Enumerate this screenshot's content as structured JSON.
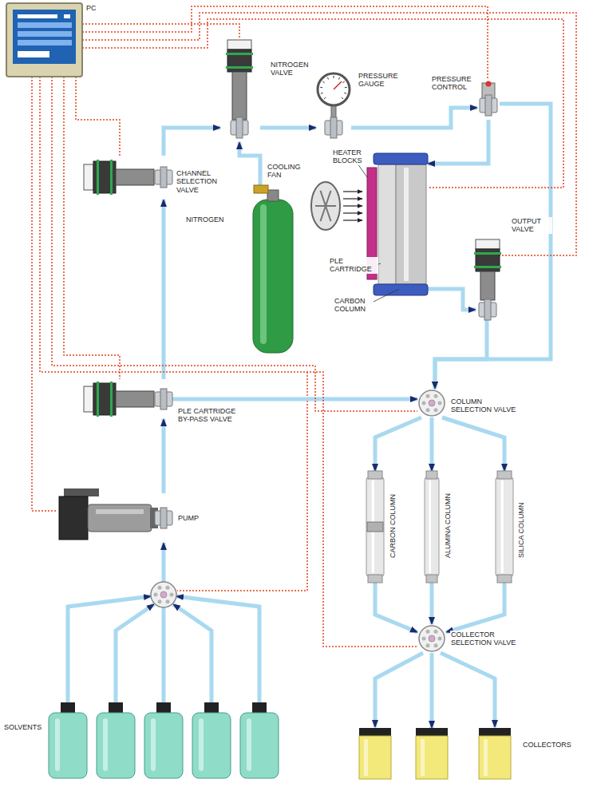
{
  "diagram": {
    "nodes": [
      {
        "text": [
          "PC"
        ]
      },
      {
        "text": [
          "NITROGEN VALVE"
        ]
      },
      {
        "text": [
          "PRESSURE GAUGE"
        ]
      },
      {
        "text": [
          "PRESSURE CONTROL"
        ]
      },
      {
        "text": [
          "CHANNEL SELECTION VALVE"
        ]
      },
      {
        "text": [
          "NITROGEN"
        ]
      },
      {
        "text": [
          "COOLING FAN"
        ]
      },
      {
        "text": [
          "HEATER BLOCKS"
        ]
      },
      {
        "text": [
          "PLE CARTRIDGE"
        ]
      },
      {
        "text": [
          "CARBON COLUMN"
        ]
      },
      {
        "text": [
          "OUTPUT VALVE"
        ]
      },
      {
        "text": [
          "PLE CARTRIDGE BY-PASS VALVE"
        ]
      },
      {
        "text": [
          "COLUMN SELECTION VALVE"
        ]
      },
      {
        "text": [
          "PUMP"
        ]
      },
      {
        "text": [
          "CARBON COLUMN"
        ]
      },
      {
        "text": [
          "ALUMINA COLUMN"
        ]
      },
      {
        "text": [
          "SILICA COLUMN"
        ]
      },
      {
        "text": [
          "COLLECTOR SELECTION VALVE"
        ]
      },
      {
        "text": [
          "SOLVENTS"
        ]
      },
      {
        "text": [
          "COLLECTORS"
        ]
      }
    ],
    "edges": [
      {
        "from": 18,
        "to": 13,
        "arrow": "to"
      },
      {
        "from": 13,
        "to": 11,
        "arrow": "to"
      },
      {
        "from": 11,
        "to": 4,
        "arrow": "to"
      },
      {
        "from": 11,
        "to": 12,
        "arrow": "to"
      },
      {
        "from": 4,
        "to": 1,
        "arrow": "to"
      },
      {
        "from": 5,
        "to": 1,
        "arrow": "to"
      },
      {
        "from": 1,
        "to": 2,
        "arrow": "to"
      },
      {
        "from": 2,
        "to": 3,
        "arrow": "to"
      },
      {
        "from": 3,
        "to": 9,
        "arrow": "to"
      },
      {
        "from": 3,
        "to": 12,
        "arrow": "to"
      },
      {
        "from": 9,
        "to": 10,
        "arrow": "to"
      },
      {
        "from": 10,
        "to": 12,
        "arrow": "to"
      },
      {
        "from": 12,
        "to": 14,
        "arrow": "to"
      },
      {
        "from": 12,
        "to": 15,
        "arrow": "to"
      },
      {
        "from": 12,
        "to": 16,
        "arrow": "to"
      },
      {
        "from": 14,
        "to": 17,
        "arrow": "to"
      },
      {
        "from": 15,
        "to": 17,
        "arrow": "to"
      },
      {
        "from": 16,
        "to": 17,
        "arrow": "to"
      },
      {
        "from": 17,
        "to": 19,
        "arrow": "to"
      },
      {
        "from": 0,
        "to": 1,
        "arrow": "none"
      },
      {
        "from": 0,
        "to": 3,
        "arrow": "none"
      },
      {
        "from": 0,
        "to": 10,
        "arrow": "none"
      },
      {
        "from": 0,
        "to": 9,
        "arrow": "none"
      },
      {
        "from": 0,
        "to": 4,
        "arrow": "none"
      },
      {
        "from": 0,
        "to": 11,
        "arrow": "none"
      },
      {
        "from": 0,
        "to": 13,
        "arrow": "none"
      },
      {
        "from": 0,
        "to": 12,
        "arrow": "none"
      },
      {
        "from": 0,
        "to": 17,
        "arrow": "none"
      }
    ]
  }
}
